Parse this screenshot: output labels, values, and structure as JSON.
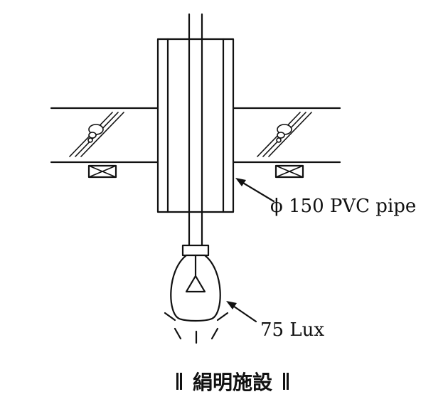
{
  "diagram": {
    "labels": {
      "pipe": "ϕ 150 PVC pipe",
      "lux": "75 Lux"
    },
    "caption": {
      "text": "絹明施設"
    }
  }
}
